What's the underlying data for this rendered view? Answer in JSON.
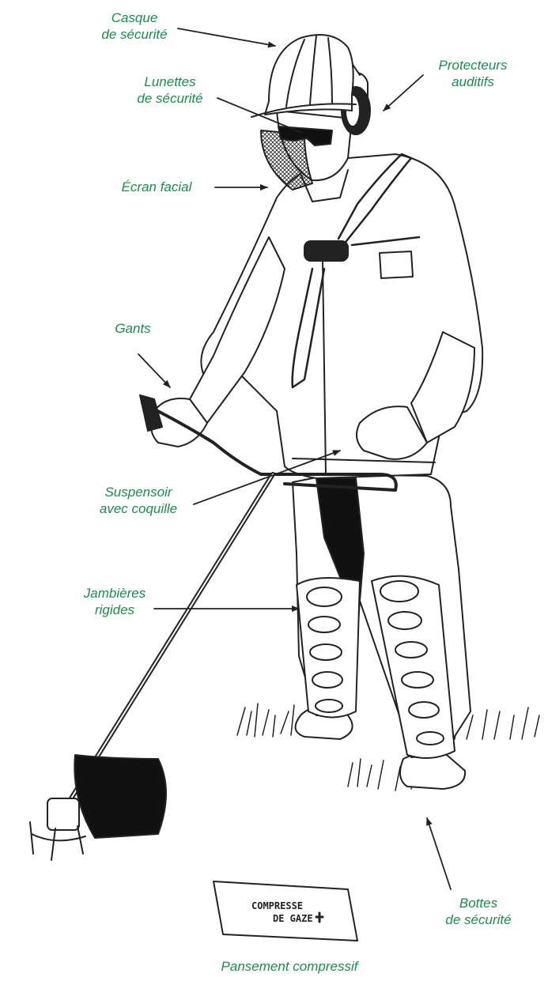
{
  "labels": {
    "helmet": [
      "Casque",
      "de sécurité"
    ],
    "ear_protectors": [
      "Protecteurs",
      "auditifs"
    ],
    "safety_glasses": [
      "Lunettes",
      "de sécurité"
    ],
    "face_screen": [
      "Écran facial"
    ],
    "gloves": [
      "Gants"
    ],
    "support": [
      "Suspensoir",
      "avec coquille"
    ],
    "leg_guards": [
      "Jambières",
      "rigides"
    ],
    "boots": [
      "Bottes",
      "de sécurité"
    ],
    "dressing": [
      "Pansement compressif"
    ]
  },
  "dressing_package": {
    "line1": "COMPRESSE",
    "line2": "DE GAZE"
  },
  "colors": {
    "label": "#1f8a4c",
    "ink": "#222222"
  }
}
